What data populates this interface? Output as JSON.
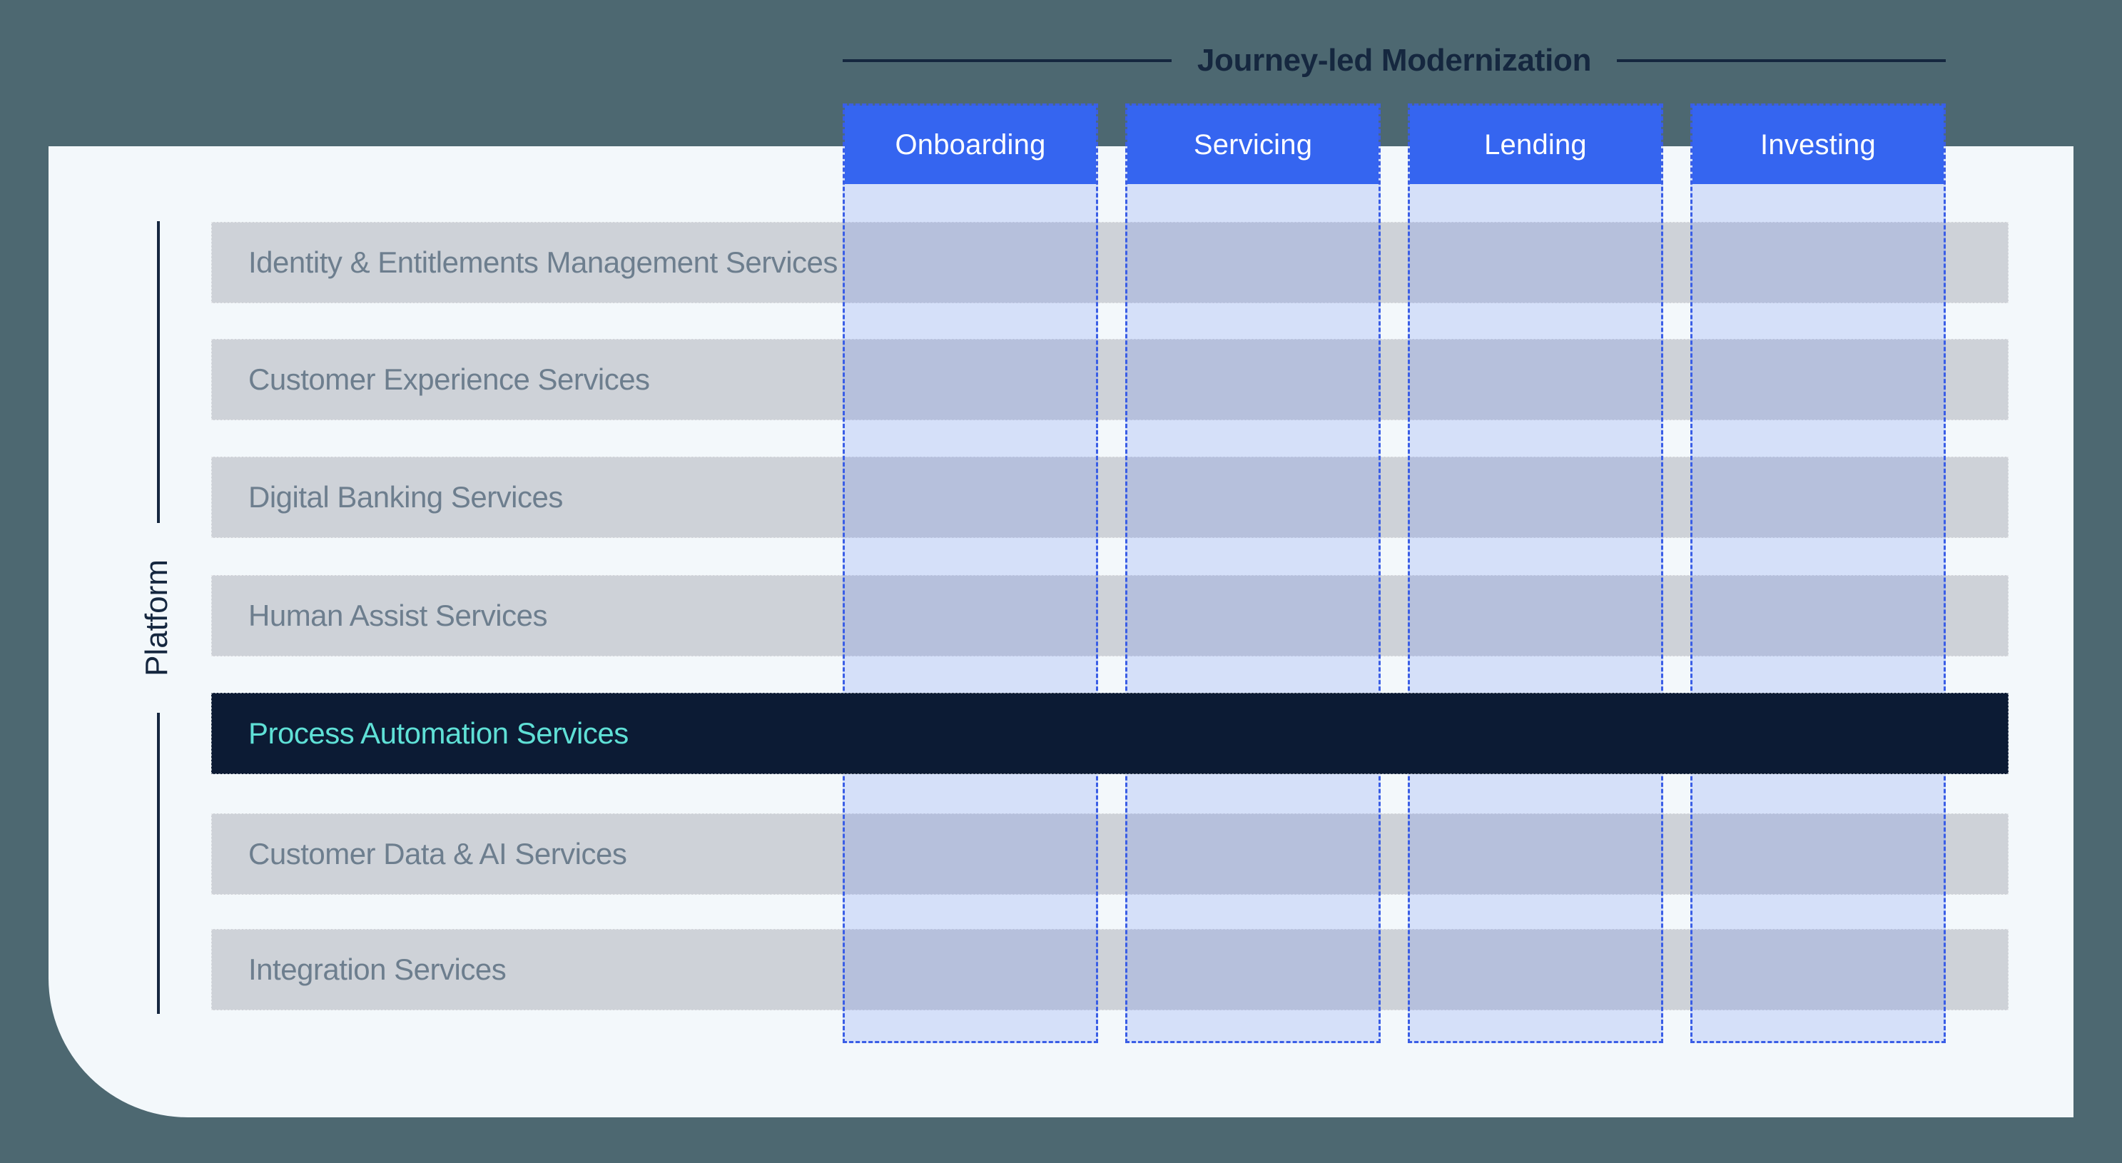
{
  "title": "Journey-led Modernization",
  "platform_label": "Platform",
  "journeys": [
    {
      "label": "Onboarding"
    },
    {
      "label": "Servicing"
    },
    {
      "label": "Lending"
    },
    {
      "label": "Investing"
    }
  ],
  "platform_rows": [
    {
      "label": "Identity & Entitlements Management Services",
      "highlighted": false
    },
    {
      "label": "Customer Experience Services",
      "highlighted": false
    },
    {
      "label": "Digital Banking Services",
      "highlighted": false
    },
    {
      "label": "Human Assist Services",
      "highlighted": false
    },
    {
      "label": "Process Automation Services",
      "highlighted": true
    },
    {
      "label": "Customer Data & AI Services",
      "highlighted": false
    },
    {
      "label": "Integration Services",
      "highlighted": false
    }
  ],
  "colors": {
    "background": "#4d6871",
    "panel": "#f3f8fb",
    "journey_header": "#3565f0",
    "journey_border": "#3a5ee6",
    "journey_fill": "rgba(59,102,240,0.16)",
    "row_gray": "#ced2d8",
    "row_text": "#6d7e8e",
    "highlight_row": "#0c1b34",
    "highlight_text": "#5fe0d6",
    "title_navy": "#15273f"
  }
}
